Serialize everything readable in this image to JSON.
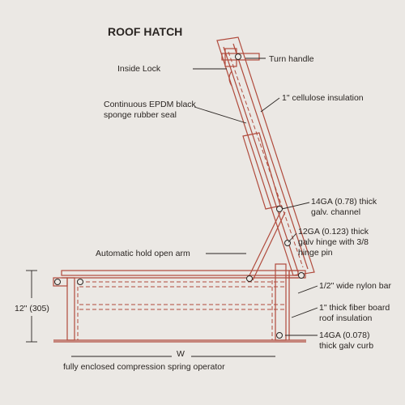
{
  "title": "ROOF HATCH",
  "labels": {
    "inside_lock": "Inside Lock",
    "turn_handle": "Turn handle",
    "epdm_line1": "Continuous EPDM black",
    "epdm_line2": "sponge rubber seal",
    "cellulose": "1\" cellulose insulation",
    "channel_line1": "14GA (0.78) thick",
    "channel_line2": "galv. channel",
    "hinge_line1": "12GA (0.123) thick",
    "hinge_line2": "galv hinge with 3/8",
    "hinge_line3": "hinge pin",
    "hold_open_arm": "Automatic hold open arm",
    "nylon_bar": "1/2\" wide nylon bar",
    "fiberboard_line1": "1\" thick fiber board",
    "fiberboard_line2": "roof insulation",
    "curb_line1": "14GA (0.078)",
    "curb_line2": "thick galv curb",
    "spring": "fully enclosed compression spring operator"
  },
  "dimensions": {
    "height": "12\" (305)",
    "width": "W"
  }
}
